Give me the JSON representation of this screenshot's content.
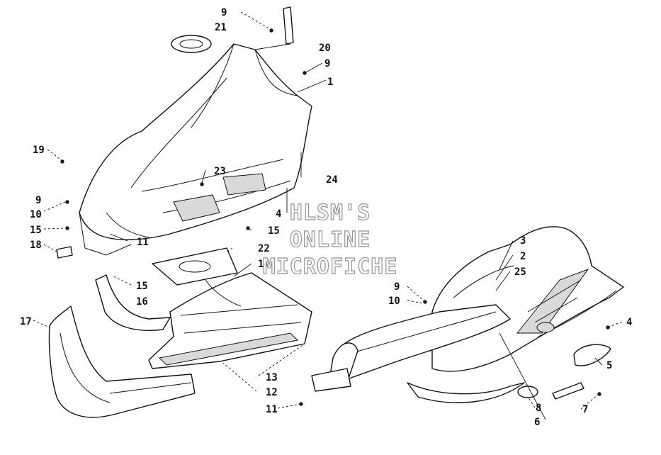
{
  "watermark": {
    "lines": [
      "HLSM'S",
      "ONLINE",
      "MICROFICHE"
    ]
  },
  "callouts": [
    "1",
    "2",
    "3",
    "4",
    "4",
    "5",
    "6",
    "7",
    "8",
    "9",
    "9",
    "9",
    "9",
    "10",
    "10",
    "11",
    "11",
    "12",
    "13",
    "14",
    "15",
    "15",
    "15",
    "16",
    "17",
    "18",
    "19",
    "20",
    "21",
    "22",
    "23",
    "24",
    "25"
  ],
  "colors": {
    "line": "#111111",
    "watermark_outline": "#888888",
    "background": "#ffffff"
  }
}
